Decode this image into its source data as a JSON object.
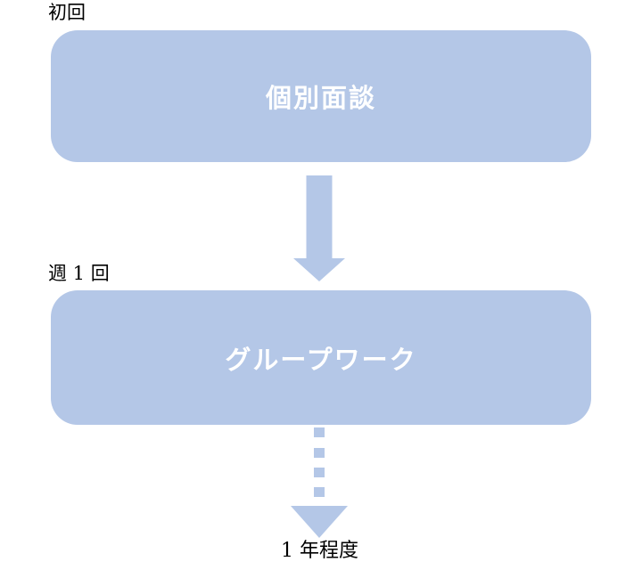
{
  "diagram": {
    "background_color": "#ffffff",
    "box_fill_color": "#b4c7e7",
    "box_text_color": "#ffffff",
    "label_text_color": "#000000",
    "arrow_fill_color": "#b4c7e7",
    "nodes": [
      {
        "annotation": "初回",
        "title": "個別面談"
      },
      {
        "annotation": "週 1 回",
        "title": "グループワーク"
      }
    ],
    "connectors": [
      {
        "from": "個別面談",
        "to": "グループワーク",
        "style": "solid-down-arrow"
      },
      {
        "from": "グループワーク",
        "to": "1 年程度",
        "style": "dashed-down-arrow"
      }
    ],
    "end_label": "1 年程度"
  }
}
